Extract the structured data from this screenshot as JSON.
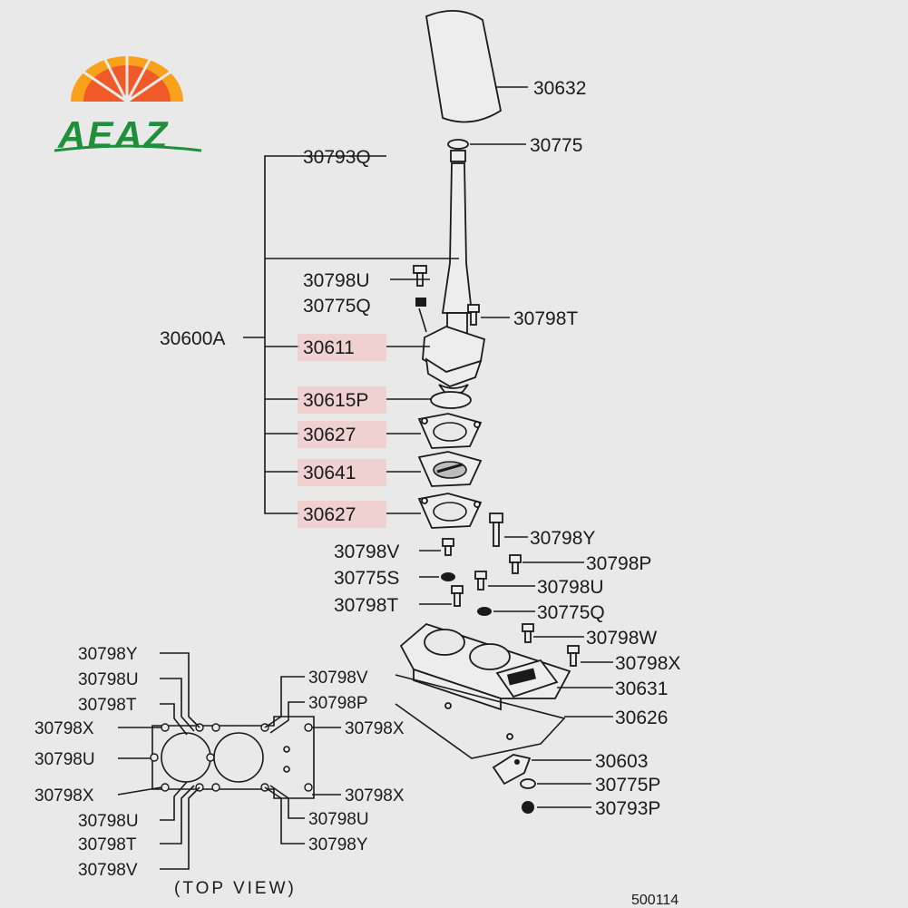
{
  "logo": {
    "text": "AEAZ",
    "colors": {
      "sun": "#f05a28",
      "sun_light": "#f9a11b",
      "text": "#1f8f3a"
    }
  },
  "labels": {
    "knob": "30632",
    "nut_top": "30775",
    "shaft_assy": "30793Q",
    "bolt_u_upper": "30798U",
    "washer_q_upper": "30775Q",
    "bolt_t_upper": "30798T",
    "lever_assy": "30600A",
    "housing": "30611",
    "plate_p": "30615P",
    "gasket_1": "30627",
    "plate_41": "30641",
    "gasket_2": "30627",
    "bolt_y": "30798Y",
    "bolt_v": "30798V",
    "bolt_p": "30798P",
    "washer_s": "30775S",
    "bolt_u_mid": "30798U",
    "bolt_t_mid": "30798T",
    "washer_q_mid": "30775Q",
    "bolt_w": "30798W",
    "bolt_x": "30798X",
    "cover": "30631",
    "base_gasket": "30626",
    "bracket": "30603",
    "washer_p": "30775P",
    "nut_p": "30793P"
  },
  "top_view": {
    "caption": "(TOP VIEW)",
    "left": [
      "30798Y",
      "30798U",
      "30798T",
      "30798X",
      "30798U",
      "30798X",
      "30798U",
      "30798T",
      "30798V"
    ],
    "right": [
      "30798V",
      "30798P",
      "30798X",
      "30798X",
      "30798U",
      "30798Y"
    ]
  },
  "diagram_code": "500114"
}
